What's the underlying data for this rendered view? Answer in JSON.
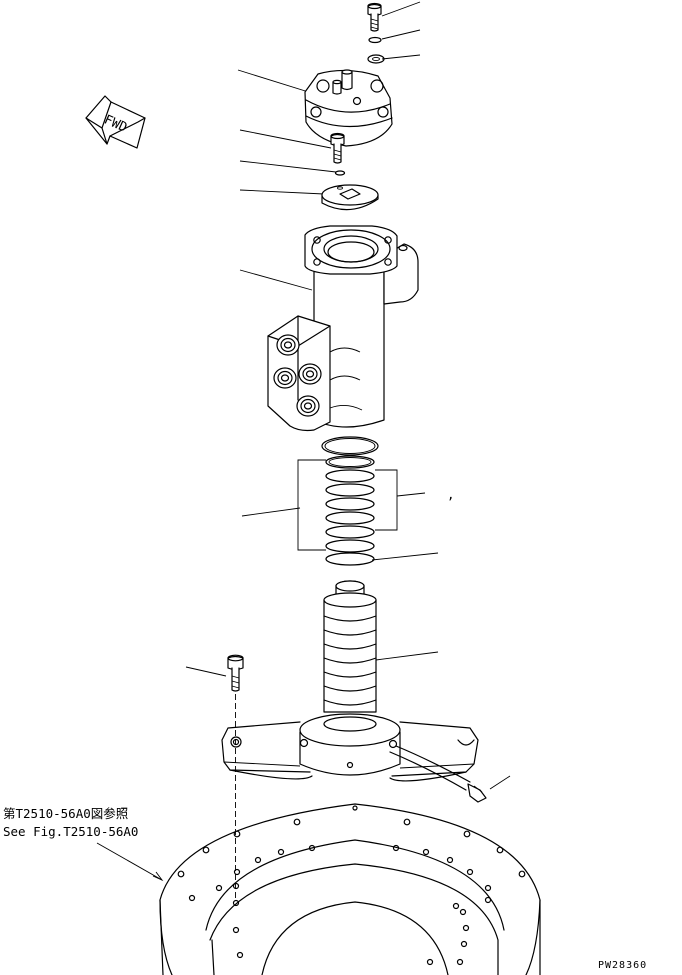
{
  "direction_label": "FWD",
  "reference_jp": "第T2510-56A0図参照",
  "reference_en": "See Fig.T2510-56A0",
  "drawing_number": "PW28360",
  "comma_mark": ","
}
